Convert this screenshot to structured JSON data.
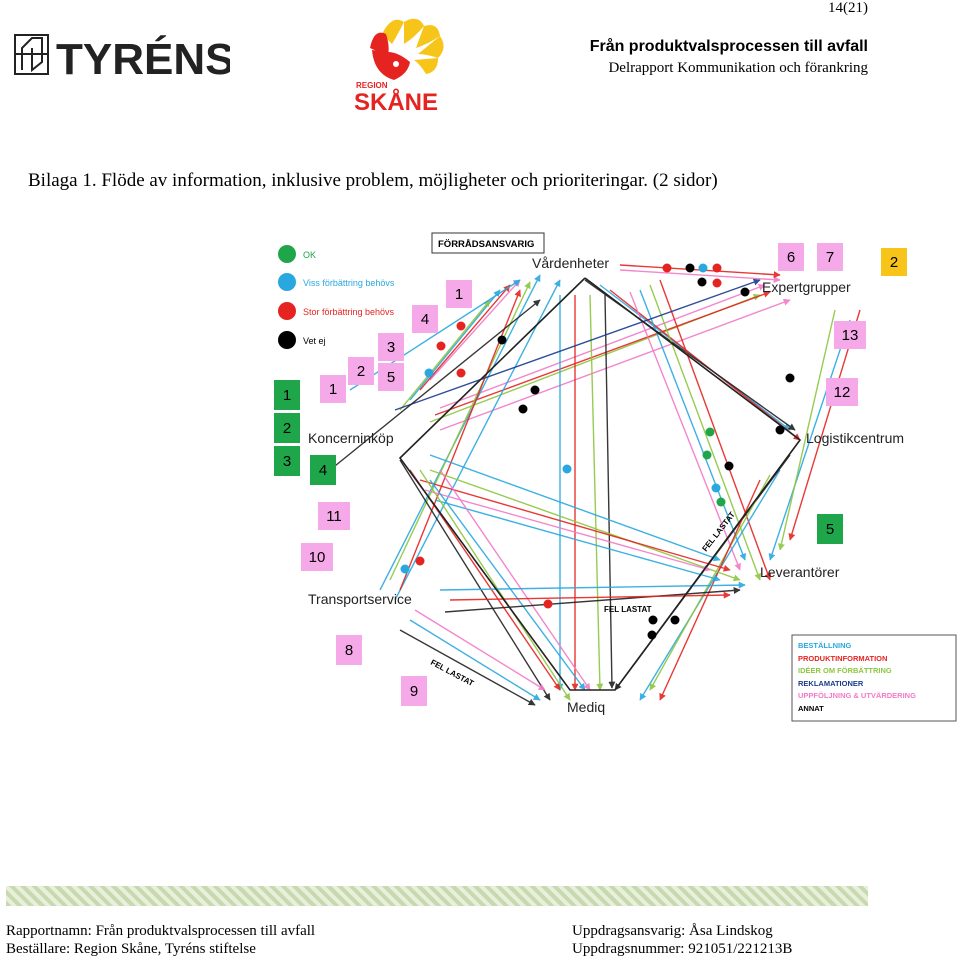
{
  "page_number": "14(21)",
  "header": {
    "tyrens_logo_text": "TYRÉNS",
    "region_logo_small": "REGION",
    "region_logo_big": "SKÅNE",
    "title": "Från produktvalsprocessen till avfall",
    "subtitle": "Delrapport Kommunikation och förankring"
  },
  "caption": "Bilaga 1. Flöde av information, inklusive problem, möjligheter och prioriteringar. (2 sidor)",
  "diagram": {
    "dot_legend": [
      {
        "label": "OK",
        "color": "#1fa64a"
      },
      {
        "label": "Viss förbättring behövs",
        "color": "#29a8e0"
      },
      {
        "label": "Stor förbättring behövs",
        "color": "#e52421"
      },
      {
        "label": "Vet ej",
        "color": "#000000"
      }
    ],
    "forradsansvarig": "FÖRRÅDSANSVARIG",
    "nodes": {
      "vardenheter": "Vårdenheter",
      "expertgrupper": "Expertgrupper",
      "logistikcentrum": "Logistikcentrum",
      "leverantorer": "Leverantörer",
      "mediq": "Mediq",
      "transportservice": "Transportservice",
      "koncerninkop": "Koncerninköp"
    },
    "fel_lastat": "FEL LASTAT",
    "badges": [
      {
        "t": "1",
        "bg": "#f6a9e8"
      },
      {
        "t": "2",
        "bg": "#f6a9e8"
      },
      {
        "t": "3",
        "bg": "#f6a9e8"
      },
      {
        "t": "4",
        "bg": "#f6a9e8"
      },
      {
        "t": "5",
        "bg": "#f6a9e8"
      },
      {
        "t": "6",
        "bg": "#f6a9e8"
      },
      {
        "t": "7",
        "bg": "#f6a9e8"
      },
      {
        "t": "2",
        "bg": "#f7c41a"
      },
      {
        "t": "13",
        "bg": "#f6a9e8"
      },
      {
        "t": "12",
        "bg": "#f6a9e8"
      },
      {
        "t": "1",
        "bg": "#1fa64a"
      },
      {
        "t": "2",
        "bg": "#1fa64a"
      },
      {
        "t": "3",
        "bg": "#1fa64a"
      },
      {
        "t": "4",
        "bg": "#1fa64a"
      },
      {
        "t": "1",
        "bg": "#f6a9e8"
      },
      {
        "t": "11",
        "bg": "#f6a9e8"
      },
      {
        "t": "10",
        "bg": "#f6a9e8"
      },
      {
        "t": "5",
        "bg": "#1fa64a"
      },
      {
        "t": "8",
        "bg": "#f6a9e8"
      },
      {
        "t": "9",
        "bg": "#f6a9e8"
      }
    ],
    "flow_legend": [
      {
        "label": "BESTÄLLNING",
        "color": "#29a8e0"
      },
      {
        "label": "PRODUKTINFORMATION",
        "color": "#e52421"
      },
      {
        "label": "IDÉER OM FÖRBÄTTRING",
        "color": "#8dc63f"
      },
      {
        "label": "REKLAMATIONER",
        "color": "#1a3a8f"
      },
      {
        "label": "UPPFÖLJNING & UTVÄRDERING",
        "color": "#f27ac8"
      },
      {
        "label": "ANNAT",
        "color": "#000000"
      }
    ]
  },
  "footer": {
    "report_name": "Rapportnamn: Från produktvalsprocessen till avfall",
    "client": "Beställare: Region Skåne, Tyréns stiftelse",
    "responsible": "Uppdragsansvarig: Åsa Lindskog",
    "number": "Uppdragsnummer: 921051/221213B"
  }
}
